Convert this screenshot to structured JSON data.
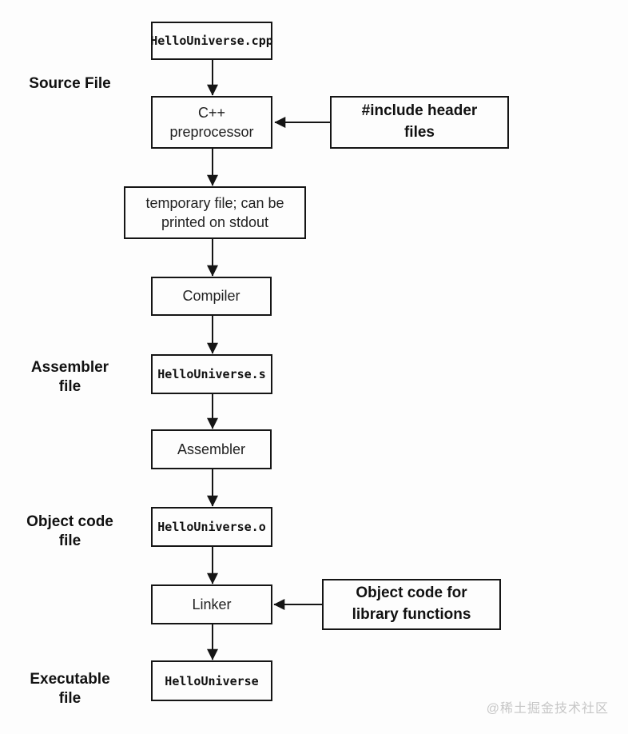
{
  "flow": {
    "source_file": "HelloUniverse.cpp",
    "preprocessor": "C++\npreprocessor",
    "include_headers": "#include header\nfiles",
    "temp_file": "temporary file; can be\nprinted on stdout",
    "compiler": "Compiler",
    "assembler_file": "HelloUniverse.s",
    "assembler": "Assembler",
    "object_file": "HelloUniverse.o",
    "linker": "Linker",
    "library_object": "Object code for\nlibrary functions",
    "executable": "HelloUniverse"
  },
  "labels": {
    "source": "Source File",
    "assembler_file": "Assembler\nfile",
    "object_file": "Object code\nfile",
    "executable_file": "Executable\nfile"
  },
  "watermark": "@稀土掘金技术社区",
  "colors": {
    "line": "#151515",
    "background": "#fdfdfd",
    "watermark": "#c6c6c6"
  }
}
